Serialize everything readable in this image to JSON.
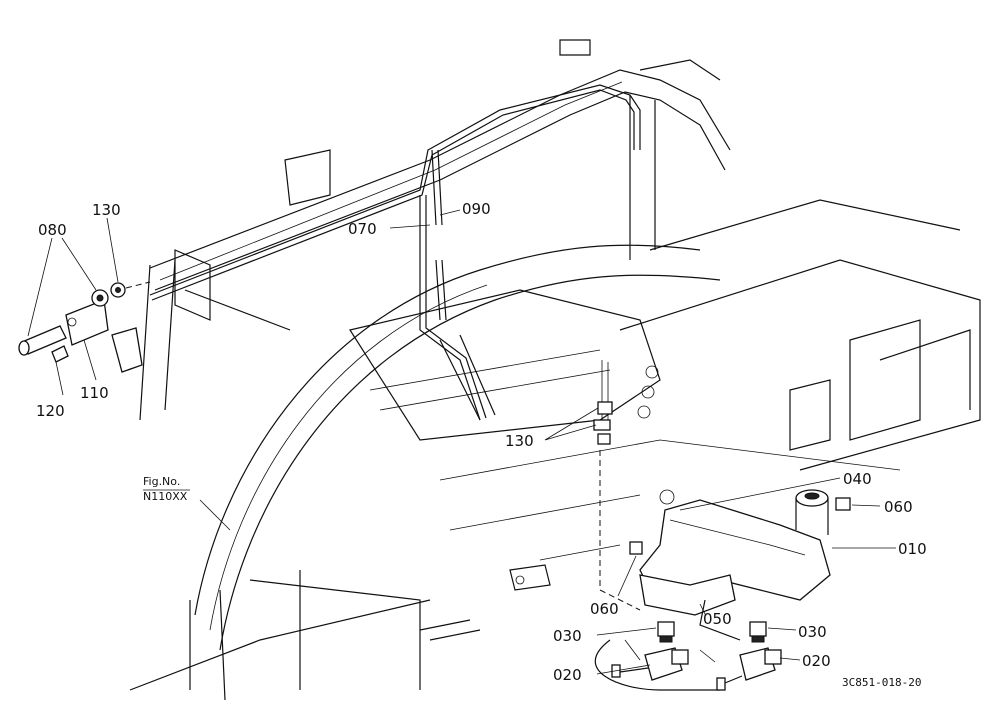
{
  "labels": {
    "p130a": "130",
    "p080": "080",
    "p090": "090",
    "p070": "070",
    "p120": "120",
    "p110": "110",
    "p130b": "130",
    "p040": "040",
    "p060a": "060",
    "p010": "010",
    "p060b": "060",
    "p050": "050",
    "p030a": "030",
    "p030b": "030",
    "p020a": "020",
    "p020b": "020"
  },
  "fig_ref": {
    "line1": "Fig.No.",
    "line2": "N110XX"
  },
  "drawing_code": "3C851-018-20"
}
